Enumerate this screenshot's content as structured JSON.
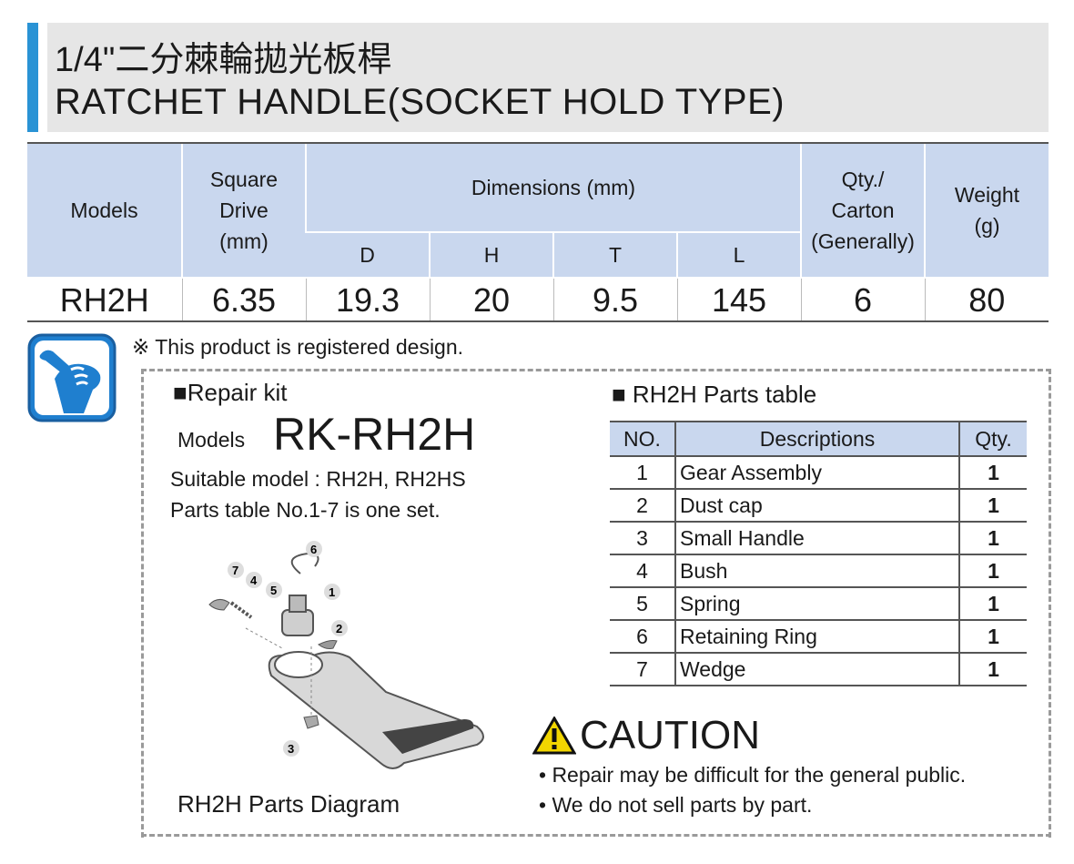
{
  "header": {
    "title_zh": "1/4\"二分棘輪拋光板桿",
    "title_en": "RATCHET HANDLE(SOCKET HOLD TYPE)"
  },
  "spec_table": {
    "col_models": "Models",
    "col_square_drive": [
      "Square",
      "Drive",
      "(mm)"
    ],
    "col_dimensions": "Dimensions (mm)",
    "sub_cols": [
      "D",
      "H",
      "T",
      "L"
    ],
    "col_qty": [
      "Qty./",
      "Carton",
      "(Generally)"
    ],
    "col_weight": [
      "Weight",
      "(g)"
    ],
    "row": {
      "model": "RH2H",
      "square_drive": "6.35",
      "d": "19.3",
      "h": "20",
      "t": "9.5",
      "l": "145",
      "qty": "6",
      "weight": "80"
    }
  },
  "note": "※ This product is registered design.",
  "repair_kit": {
    "title": "■Repair kit",
    "models_label": "Models",
    "models_value": "RK-RH2H",
    "suitable": "Suitable model : RH2H, RH2HS",
    "set_note": "Parts table No.1-7 is one set."
  },
  "diagram": {
    "caption": "RH2H Parts Diagram",
    "callouts": [
      "1",
      "2",
      "3",
      "4",
      "5",
      "6",
      "7"
    ]
  },
  "parts_table": {
    "title": "■ RH2H Parts table",
    "headers": [
      "NO.",
      "Descriptions",
      "Qty."
    ],
    "rows": [
      {
        "no": "1",
        "desc": "Gear Assembly",
        "qty": "1"
      },
      {
        "no": "2",
        "desc": "Dust cap",
        "qty": "1"
      },
      {
        "no": "3",
        "desc": "Small Handle",
        "qty": "1"
      },
      {
        "no": "4",
        "desc": "Bush",
        "qty": "1"
      },
      {
        "no": "5",
        "desc": "Spring",
        "qty": "1"
      },
      {
        "no": "6",
        "desc": "Retaining Ring",
        "qty": "1"
      },
      {
        "no": "7",
        "desc": "Wedge",
        "qty": "1"
      }
    ]
  },
  "caution": {
    "title": "CAUTION",
    "lines": [
      "• Repair may be difficult for the general public.",
      "• We do not sell parts by part."
    ]
  },
  "colors": {
    "accent_blue": "#2a93d5",
    "header_gray": "#e6e6e6",
    "table_header": "#c9d7ee",
    "caution_yellow": "#f2d600"
  },
  "icons": [
    "wrench-hand-icon",
    "warning-triangle-icon"
  ]
}
